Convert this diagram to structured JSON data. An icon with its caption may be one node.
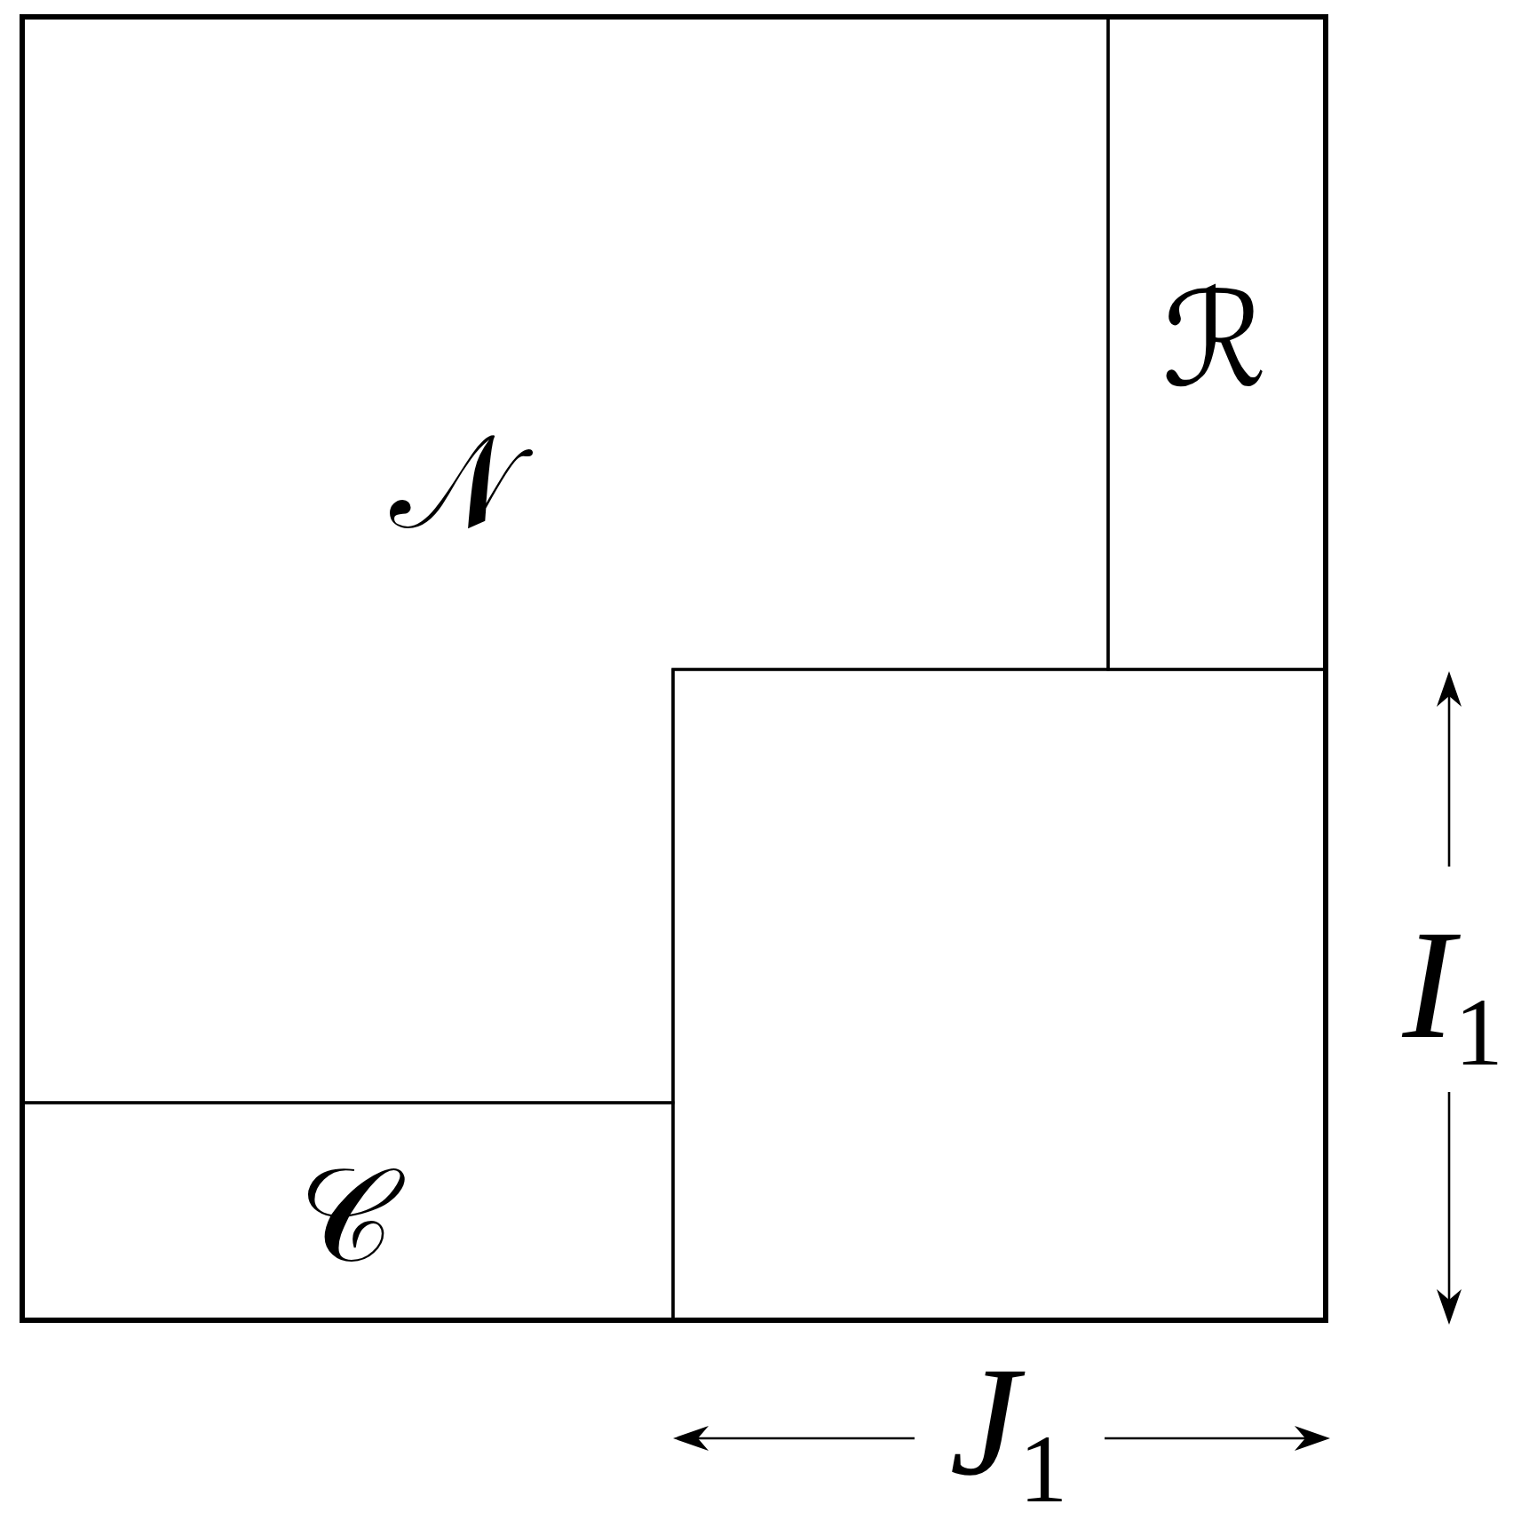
{
  "diagram": {
    "nodes": [
      {
        "text": [
          "𝒩"
        ]
      },
      {
        "text": [
          "ℛ"
        ]
      },
      {
        "text": [],
        "shape": "box"
      },
      {
        "text": [
          "𝒞"
        ]
      }
    ],
    "labels": [
      "*I*$_{1}$",
      "*J*$_{1}$"
    ]
  }
}
